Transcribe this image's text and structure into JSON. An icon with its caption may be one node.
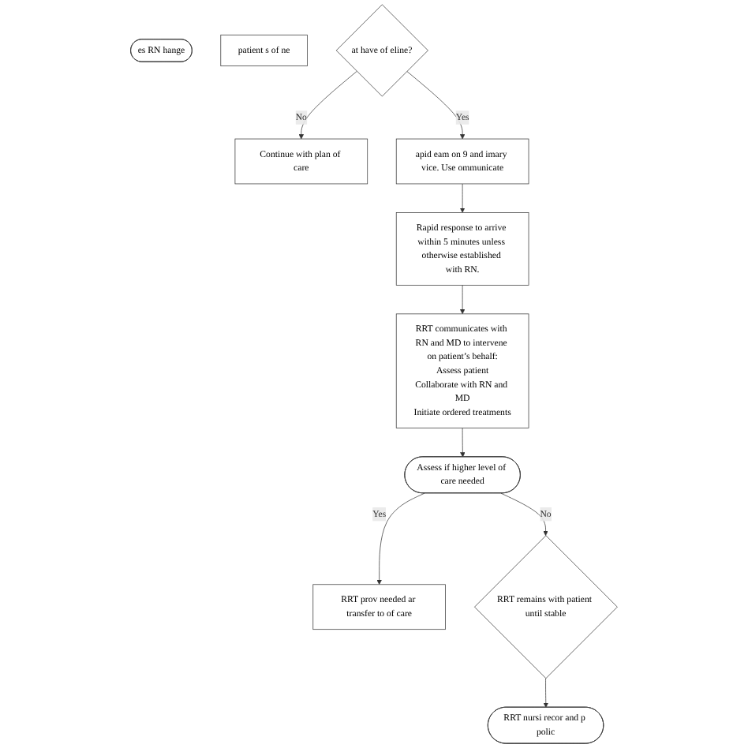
{
  "diagram": {
    "nodes": [
      {
        "text": [
          "es RN hange"
        ]
      },
      {
        "text": [
          "patient s of ne"
        ]
      },
      {
        "text": [
          "at have of eline?"
        ]
      },
      {
        "text": [
          "Continue with plan of care"
        ]
      },
      {
        "text": [
          "apid eam on 9 and imary vice. Use ommunicate"
        ]
      },
      {
        "text": [
          "Rapid response to arrive within 5 minutes unless otherwise established with RN."
        ]
      },
      {
        "text": [
          "RRT communicates with RN and MD to intervene on patient’s behalf:",
          "Assess patient",
          "Collaborate with RN and MD",
          "Initiate ordered treatments"
        ]
      },
      {
        "text": [
          "Assess if higher level of care needed"
        ]
      },
      {
        "text": [
          "RRT prov needed ar transfer to of care"
        ]
      },
      {
        "text": [
          "RRT remains with patient until stable"
        ]
      },
      {
        "text": [
          "RRT nursi recor and p polic"
        ]
      }
    ],
    "edges": [
      {
        "from": 2,
        "to": 3,
        "label": "No",
        "arrow": "to"
      },
      {
        "from": 2,
        "to": 4,
        "label": "Yes",
        "arrow": "to"
      },
      {
        "from": 4,
        "to": 5,
        "arrow": "to"
      },
      {
        "from": 5,
        "to": 6,
        "arrow": "to"
      },
      {
        "from": 6,
        "to": 7,
        "arrow": "to"
      },
      {
        "from": 7,
        "to": 8,
        "label": "Yes",
        "arrow": "to"
      },
      {
        "from": 7,
        "to": 9,
        "label": "No",
        "arrow": "to"
      },
      {
        "from": 9,
        "to": 10,
        "arrow": "to"
      }
    ]
  }
}
